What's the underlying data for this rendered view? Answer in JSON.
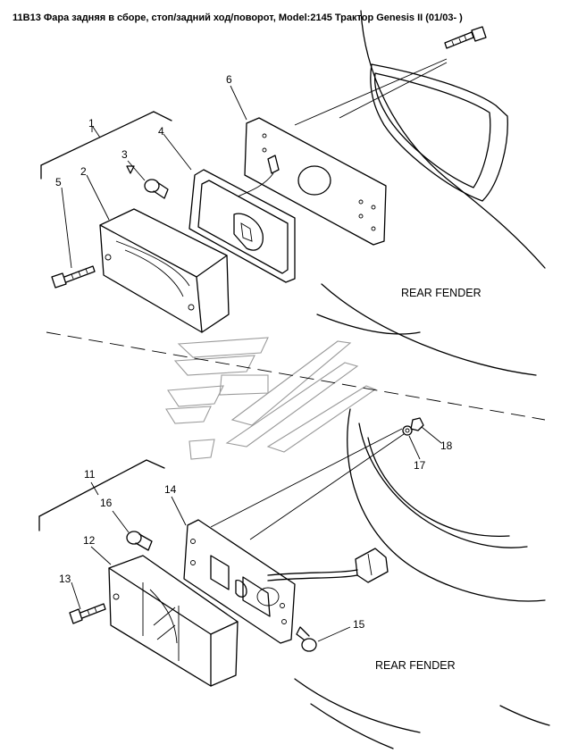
{
  "title": "11B13 Фара задняя в сборе, стоп/задний ход/поворот, Model:2145 Трактор Genesis II (01/03- )",
  "labels": {
    "fender_upper": "REAR FENDER",
    "fender_lower": "REAR FENDER"
  },
  "callouts": {
    "c1": "1",
    "c2": "2",
    "c3": "3",
    "c4": "4",
    "c5": "5",
    "c6": "6",
    "c11": "11",
    "c12": "12",
    "c13": "13",
    "c14": "14",
    "c15": "15",
    "c16": "16",
    "c17": "17",
    "c18": "18"
  },
  "icons": {
    "watermark": "flag-logo-watermark"
  }
}
